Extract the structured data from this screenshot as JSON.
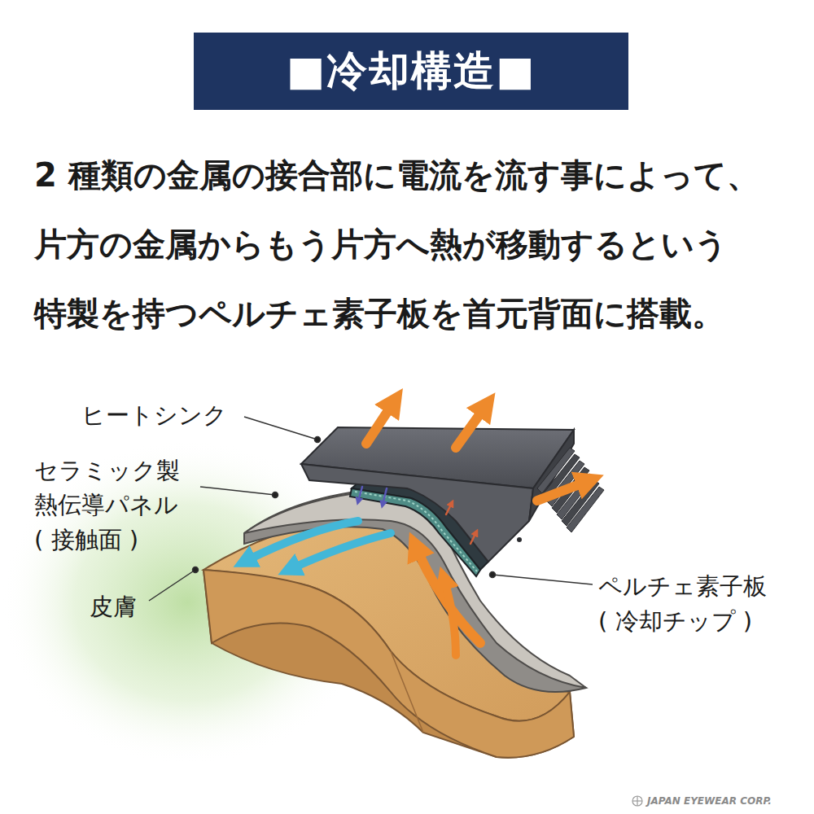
{
  "diagram": {
    "title": "■冷却構造■",
    "labels": [
      "2 種類の金属の接合部に電流を流す事によって、",
      "片方の金属からもう片方へ熱が移動するという",
      "特製を持つペルチェ素子板を首元背面に搭載。",
      "ヒートシンク",
      "セラミック製",
      "熱伝導パネル",
      "( 接触面 )",
      "皮膚",
      "ペルチェ素子板",
      "( 冷却チップ )",
      "JAPAN EYEWEAR CORP."
    ]
  }
}
